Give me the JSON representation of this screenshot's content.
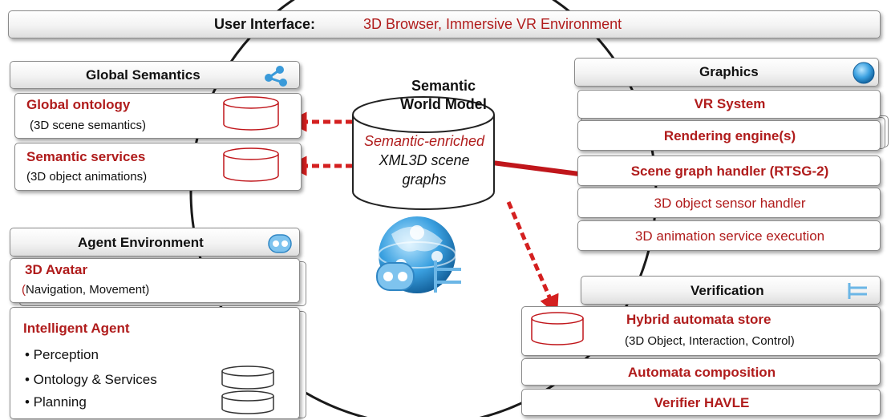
{
  "user_interface": {
    "label": "User Interface:",
    "value": "3D Browser, Immersive VR Environment"
  },
  "semantic_world_model": {
    "title_line1": "Semantic",
    "title_line2": "World Model",
    "body_line1": "Semantic-enriched",
    "body_line2": "XML3D scene",
    "body_line3": "graphs"
  },
  "global_semantics": {
    "title": "Global Semantics",
    "ontology": {
      "title": "Global ontology",
      "sub": "(3D scene semantics)"
    },
    "services": {
      "title": "Semantic services",
      "sub": "(3D object animations)"
    }
  },
  "graphics": {
    "title": "Graphics",
    "items": [
      "VR System",
      "Rendering engine(s)",
      "Scene graph handler (RTSG-2)",
      "3D object sensor handler",
      "3D animation service execution"
    ]
  },
  "agent_environment": {
    "title": "Agent Environment",
    "avatar": {
      "title": "3D Avatar",
      "sub_paren": "(",
      "sub_text": "Navigation, Movement)"
    },
    "agent": {
      "title": "Intelligent Agent",
      "bullets": [
        "• Perception",
        "• Ontology & Services",
        "• Planning"
      ]
    }
  },
  "verification": {
    "title": "Verification",
    "store": {
      "title": "Hybrid automata store",
      "sub": "(3D Object, Interaction, Control)"
    },
    "items": [
      "Automata composition",
      "Verifier HAVLE"
    ]
  },
  "colors": {
    "accent_red": "#b01c1c",
    "arrow_red": "#d42020",
    "icon_blue": "#3a9ad9"
  }
}
